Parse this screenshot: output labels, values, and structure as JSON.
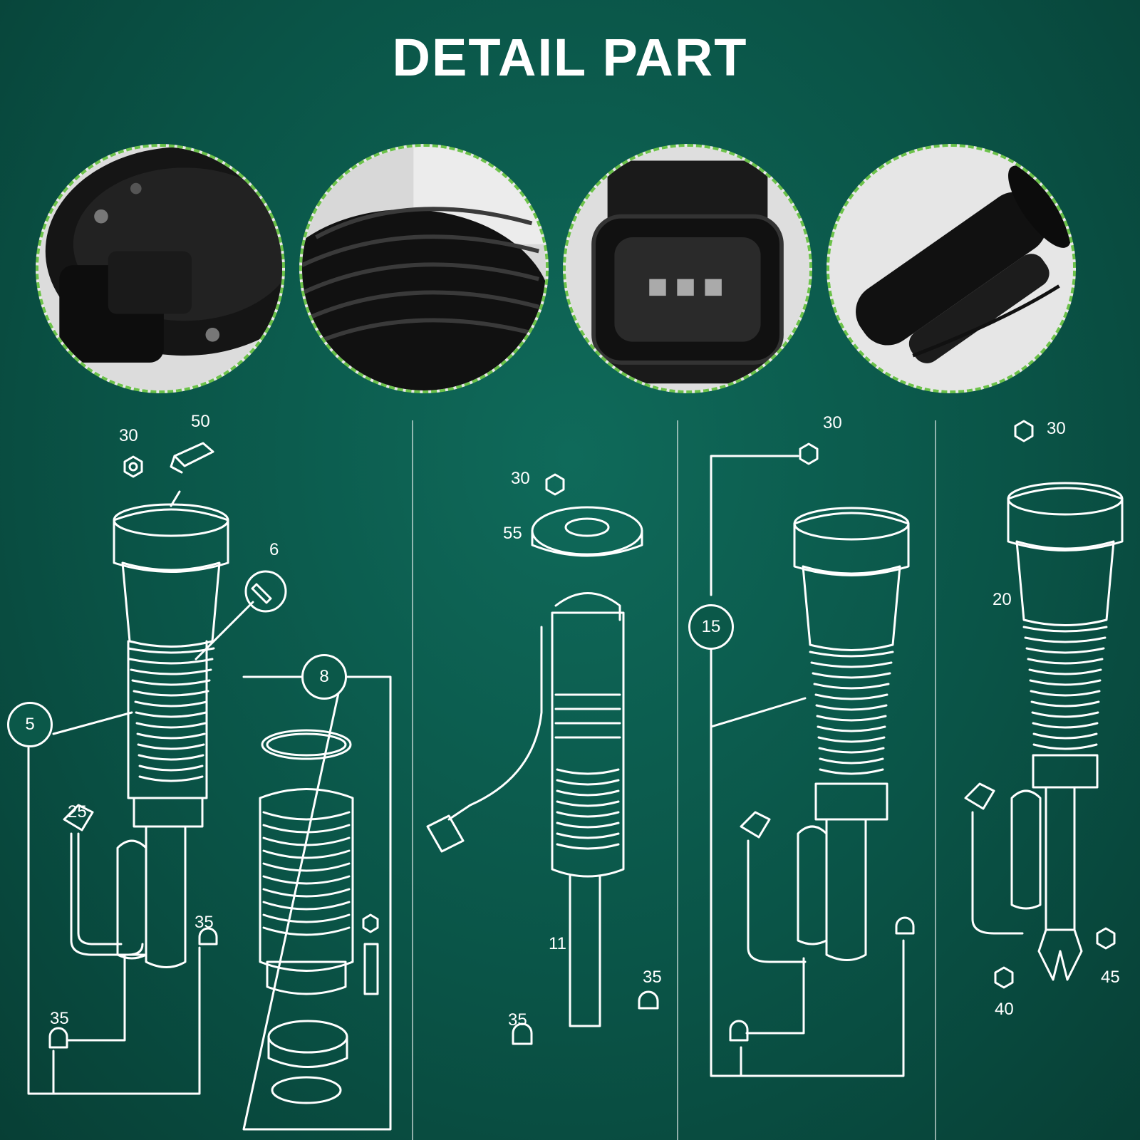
{
  "title": "DETAIL PART",
  "photos": [
    {
      "name": "air-strut-top-mount-photo"
    },
    {
      "name": "air-bellows-photo"
    },
    {
      "name": "electrical-connector-photo"
    },
    {
      "name": "shock-absorber-body-photo"
    }
  ],
  "callouts": {
    "a_30": "30",
    "a_50": "50",
    "a_6": "6",
    "a_5": "5",
    "a_8": "8",
    "a_25": "25",
    "a_35a": "35",
    "a_35b": "35",
    "b_30": "30",
    "b_55": "55",
    "b_11": "11",
    "b_35a": "35",
    "b_35b": "35",
    "c_30": "30",
    "c_15": "15",
    "d_30": "30",
    "d_20": "20",
    "d_45": "45",
    "d_40": "40"
  },
  "colors": {
    "background": "#0a5447",
    "line_art": "#ffffff",
    "photo_border": "#6cc24a"
  }
}
